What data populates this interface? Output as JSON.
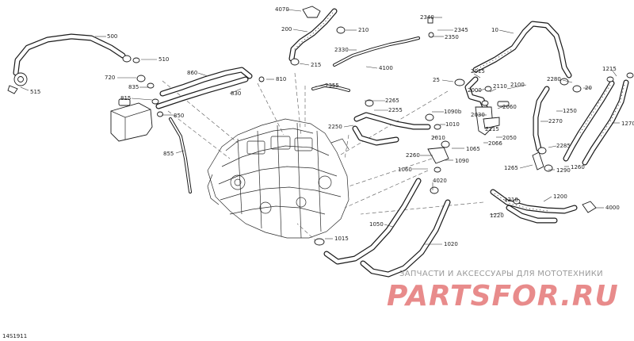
{
  "drawing_id": "14S1911",
  "watermark": {
    "subtitle": "ЗАПЧАСТИ И АКСЕССУАРЫ ДЛЯ МОТОТЕХНИКИ",
    "brand": "PARTSFOR.RU"
  },
  "labels": [
    {
      "id": "4070",
      "text": "4070"
    },
    {
      "id": "200",
      "text": "200"
    },
    {
      "id": "210",
      "text": "210"
    },
    {
      "id": "215",
      "text": "215"
    },
    {
      "id": "500",
      "text": "500"
    },
    {
      "id": "510",
      "text": "510"
    },
    {
      "id": "515",
      "text": "515"
    },
    {
      "id": "720",
      "text": "720"
    },
    {
      "id": "835",
      "text": "835"
    },
    {
      "id": "815",
      "text": "815"
    },
    {
      "id": "860",
      "text": "860"
    },
    {
      "id": "830",
      "text": "830"
    },
    {
      "id": "810",
      "text": "810"
    },
    {
      "id": "850",
      "text": "850"
    },
    {
      "id": "855",
      "text": "855"
    },
    {
      "id": "2340",
      "text": "2340"
    },
    {
      "id": "2345",
      "text": "2345"
    },
    {
      "id": "2350",
      "text": "2350"
    },
    {
      "id": "2330",
      "text": "2330"
    },
    {
      "id": "4100",
      "text": "4100"
    },
    {
      "id": "2355",
      "text": "2355"
    },
    {
      "id": "10",
      "text": "10"
    },
    {
      "id": "25",
      "text": "25"
    },
    {
      "id": "2015",
      "text": "2015"
    },
    {
      "id": "2000",
      "text": "2000"
    },
    {
      "id": "2110",
      "text": "2110"
    },
    {
      "id": "2100",
      "text": "2100"
    },
    {
      "id": "2280",
      "text": "2280"
    },
    {
      "id": "20",
      "text": "20"
    },
    {
      "id": "1215",
      "text": "1215"
    },
    {
      "id": "2265",
      "text": "2265"
    },
    {
      "id": "2255",
      "text": "2255"
    },
    {
      "id": "1090b",
      "text": "1090b"
    },
    {
      "id": "2030",
      "text": "2030"
    },
    {
      "id": "2060",
      "text": "2060"
    },
    {
      "id": "1250",
      "text": "1250"
    },
    {
      "id": "2270",
      "text": "2270"
    },
    {
      "id": "1270",
      "text": "1270"
    },
    {
      "id": "2250",
      "text": "2250"
    },
    {
      "id": "1010",
      "text": "1010"
    },
    {
      "id": "2115",
      "text": "2115"
    },
    {
      "id": "2010",
      "text": "2010"
    },
    {
      "id": "2066",
      "text": "2066"
    },
    {
      "id": "2050",
      "text": "2050"
    },
    {
      "id": "1065",
      "text": "1065"
    },
    {
      "id": "2260",
      "text": "2260"
    },
    {
      "id": "1090",
      "text": "1090"
    },
    {
      "id": "2285",
      "text": "2285"
    },
    {
      "id": "1265",
      "text": "1265"
    },
    {
      "id": "1290",
      "text": "1290"
    },
    {
      "id": "1260",
      "text": "1260"
    },
    {
      "id": "1060",
      "text": "1060"
    },
    {
      "id": "4020",
      "text": "4020"
    },
    {
      "id": "1210",
      "text": "1210"
    },
    {
      "id": "1200",
      "text": "1200"
    },
    {
      "id": "1220",
      "text": "1220"
    },
    {
      "id": "4000",
      "text": "4000"
    },
    {
      "id": "1050",
      "text": "1050"
    },
    {
      "id": "1015",
      "text": "1015"
    },
    {
      "id": "1020",
      "text": "1020"
    }
  ]
}
